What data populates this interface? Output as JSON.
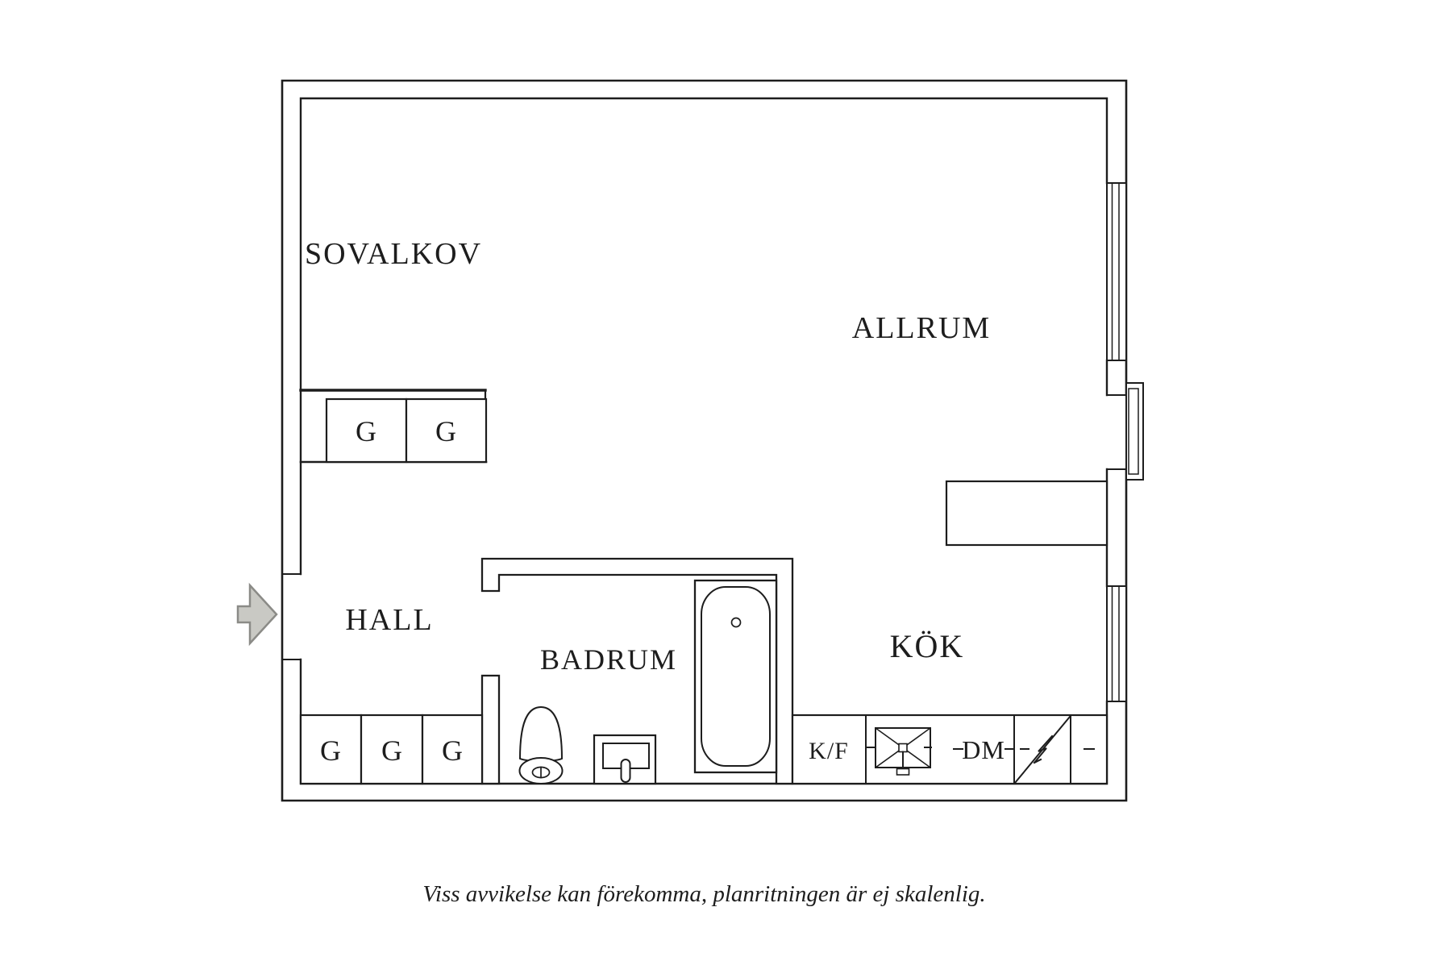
{
  "plan": {
    "background": "#ffffff",
    "line_color": "#1d1d1d",
    "arrow_fill": "#c9c9c4",
    "arrow_stroke": "#8b8b87",
    "rooms": {
      "sovalkov": "SOVALKOV",
      "allrum": "ALLRUM",
      "hall": "HALL",
      "badrum": "BADRUM",
      "kok": "KÖK"
    },
    "wardrobe_label": "G",
    "kitchen": {
      "fridge_freezer": "K/F",
      "dishwasher": "DM"
    }
  },
  "footer": {
    "disclaimer": "Viss avvikelse kan förekomma, planritningen är ej skalenlig."
  }
}
